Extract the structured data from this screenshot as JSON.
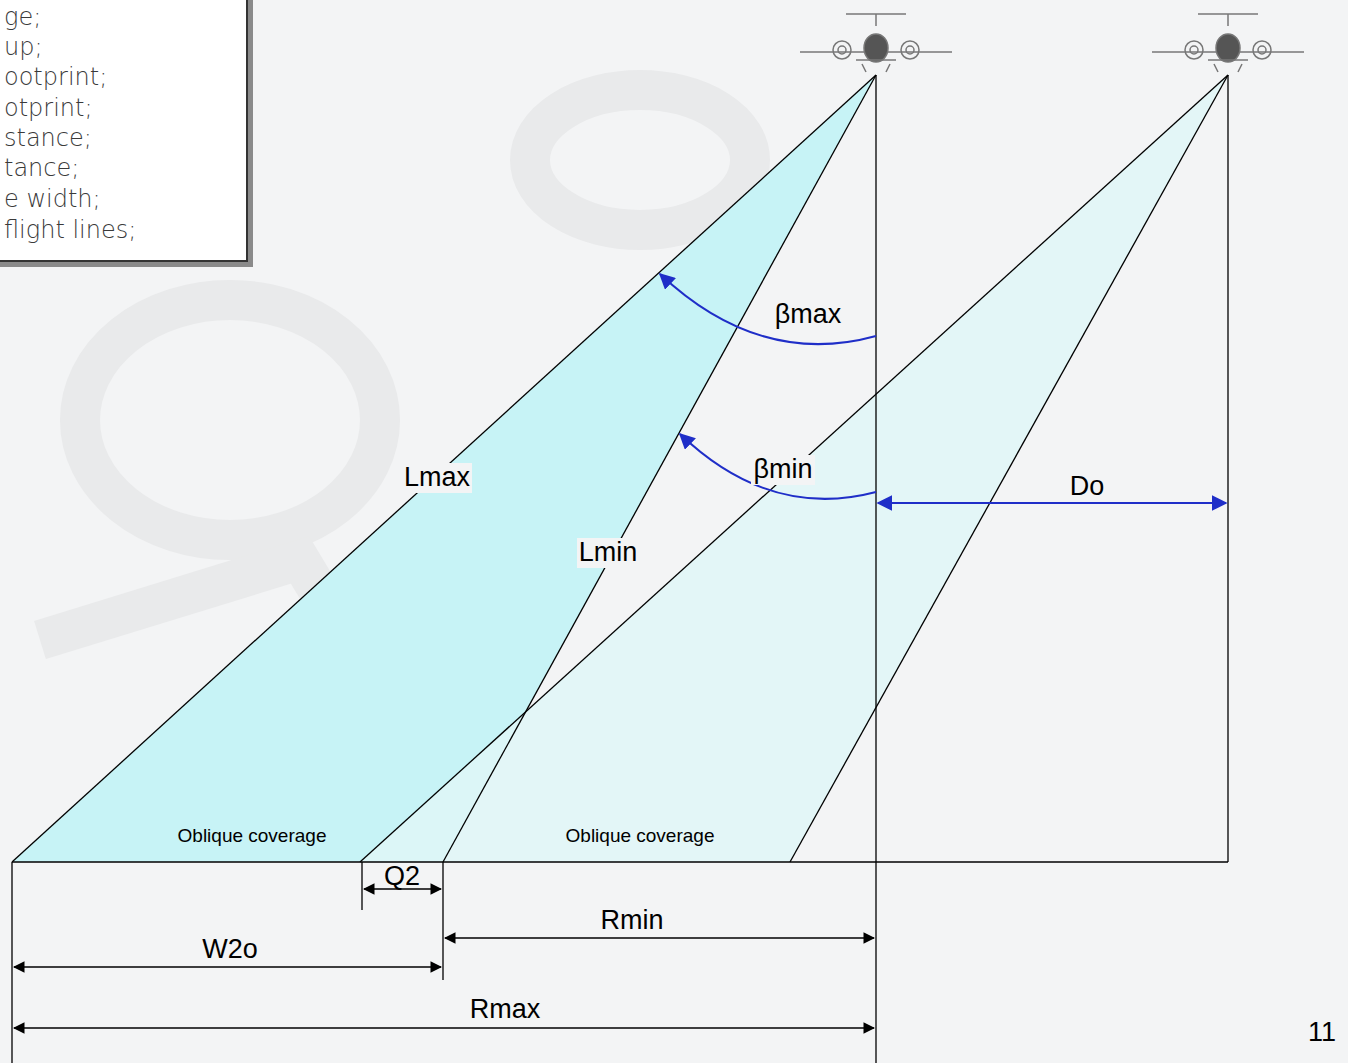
{
  "diagram": {
    "nodes": [
      {
        "text": [
          "ge;",
          "up;",
          "ootprint;",
          "otprint;",
          "stance;",
          "tance;",
          "e width;",
          "flight lines;"
        ]
      }
    ],
    "labels": [
      "βmax",
      "βmin",
      "Lmax",
      "Lmin",
      "Do",
      "Oblique coverage",
      "Oblique coverage",
      "Q2",
      "Rmin",
      "W2o",
      "Rmax",
      "11"
    ]
  }
}
